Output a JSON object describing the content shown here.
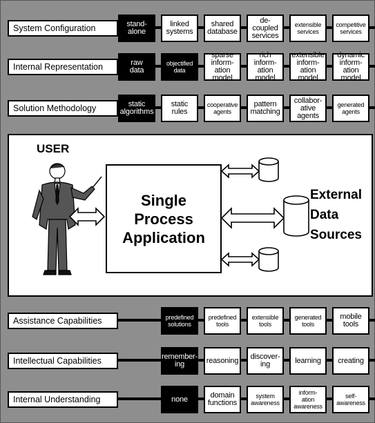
{
  "top_rows": [
    {
      "label": "System Configuration",
      "boxes": [
        {
          "text": "stand-\nalone",
          "dark": true
        },
        {
          "text": "linked\nsystems"
        },
        {
          "text": "shared\ndatabase"
        },
        {
          "text": "de-\ncoupled\nservices"
        },
        {
          "text": "extensible\nservices",
          "small": true
        },
        {
          "text": "competitive\nservices",
          "small": true
        }
      ]
    },
    {
      "label": "Internal Representation",
      "boxes": [
        {
          "text": "raw\ndata",
          "dark": true
        },
        {
          "text": "objectified\ndata",
          "dark": true,
          "small": true
        },
        {
          "text": "sparse\ninform-\nation\nmodel"
        },
        {
          "text": "rich\ninform-\nation\nmodel"
        },
        {
          "text": "extensible\ninform-\nation\nmodel"
        },
        {
          "text": "dynamic\ninform-\nation\nmodel"
        }
      ]
    },
    {
      "label": "Solution Methodology",
      "boxes": [
        {
          "text": "static\nalgorithms",
          "dark": true
        },
        {
          "text": "static\nrules"
        },
        {
          "text": "cooperative\nagents",
          "small": true
        },
        {
          "text": "pattern\nmatching"
        },
        {
          "text": "collabor-\native\nagents"
        },
        {
          "text": "generated\nagents",
          "small": true
        }
      ]
    }
  ],
  "center": {
    "user_label": "USER",
    "app_label": "Single\nProcess\nApplication",
    "external_label": "External\nData\nSources"
  },
  "bottom_rows": [
    {
      "label": "Assistance Capabilities",
      "boxes": [
        {
          "text": "predefined\nsolutions",
          "dark": true,
          "small": true
        },
        {
          "text": "predefined\ntools",
          "small": true
        },
        {
          "text": "extensible\ntools",
          "small": true
        },
        {
          "text": "generated\ntools",
          "small": true
        },
        {
          "text": "mobile\ntools"
        }
      ]
    },
    {
      "label": "Intellectual Capabilities",
      "boxes": [
        {
          "text": "remember-\ning",
          "dark": true
        },
        {
          "text": "reasoning"
        },
        {
          "text": "discover-\ning"
        },
        {
          "text": "learning"
        },
        {
          "text": "creating"
        }
      ]
    },
    {
      "label": "Internal Understanding",
      "boxes": [
        {
          "text": "none",
          "dark": true
        },
        {
          "text": "domain\nfunctions"
        },
        {
          "text": "system\nawareness",
          "small": true
        },
        {
          "text": "inform-\nation\nawareness",
          "small": true
        },
        {
          "text": "self-\nawareness",
          "small": true
        }
      ]
    }
  ]
}
